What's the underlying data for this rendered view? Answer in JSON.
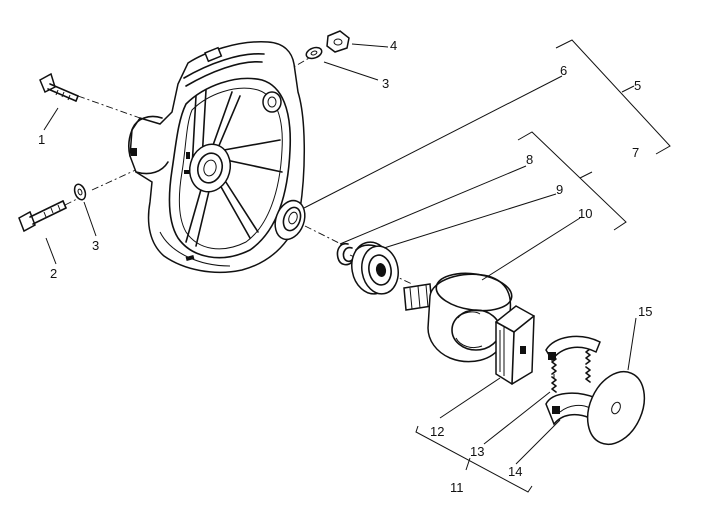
{
  "callouts": [
    {
      "id": "1",
      "text": "1"
    },
    {
      "id": "2",
      "text": "2"
    },
    {
      "id": "3a",
      "text": "3"
    },
    {
      "id": "3b",
      "text": "3"
    },
    {
      "id": "4",
      "text": "4"
    },
    {
      "id": "5",
      "text": "5"
    },
    {
      "id": "6",
      "text": "6"
    },
    {
      "id": "7",
      "text": "7"
    },
    {
      "id": "8",
      "text": "8"
    },
    {
      "id": "9",
      "text": "9"
    },
    {
      "id": "10",
      "text": "10"
    },
    {
      "id": "11",
      "text": "11"
    },
    {
      "id": "12",
      "text": "12"
    },
    {
      "id": "13",
      "text": "13"
    },
    {
      "id": "14",
      "text": "14"
    },
    {
      "id": "15",
      "text": "15"
    }
  ],
  "colors": {
    "ink": "#111111",
    "paper": "#ffffff"
  }
}
